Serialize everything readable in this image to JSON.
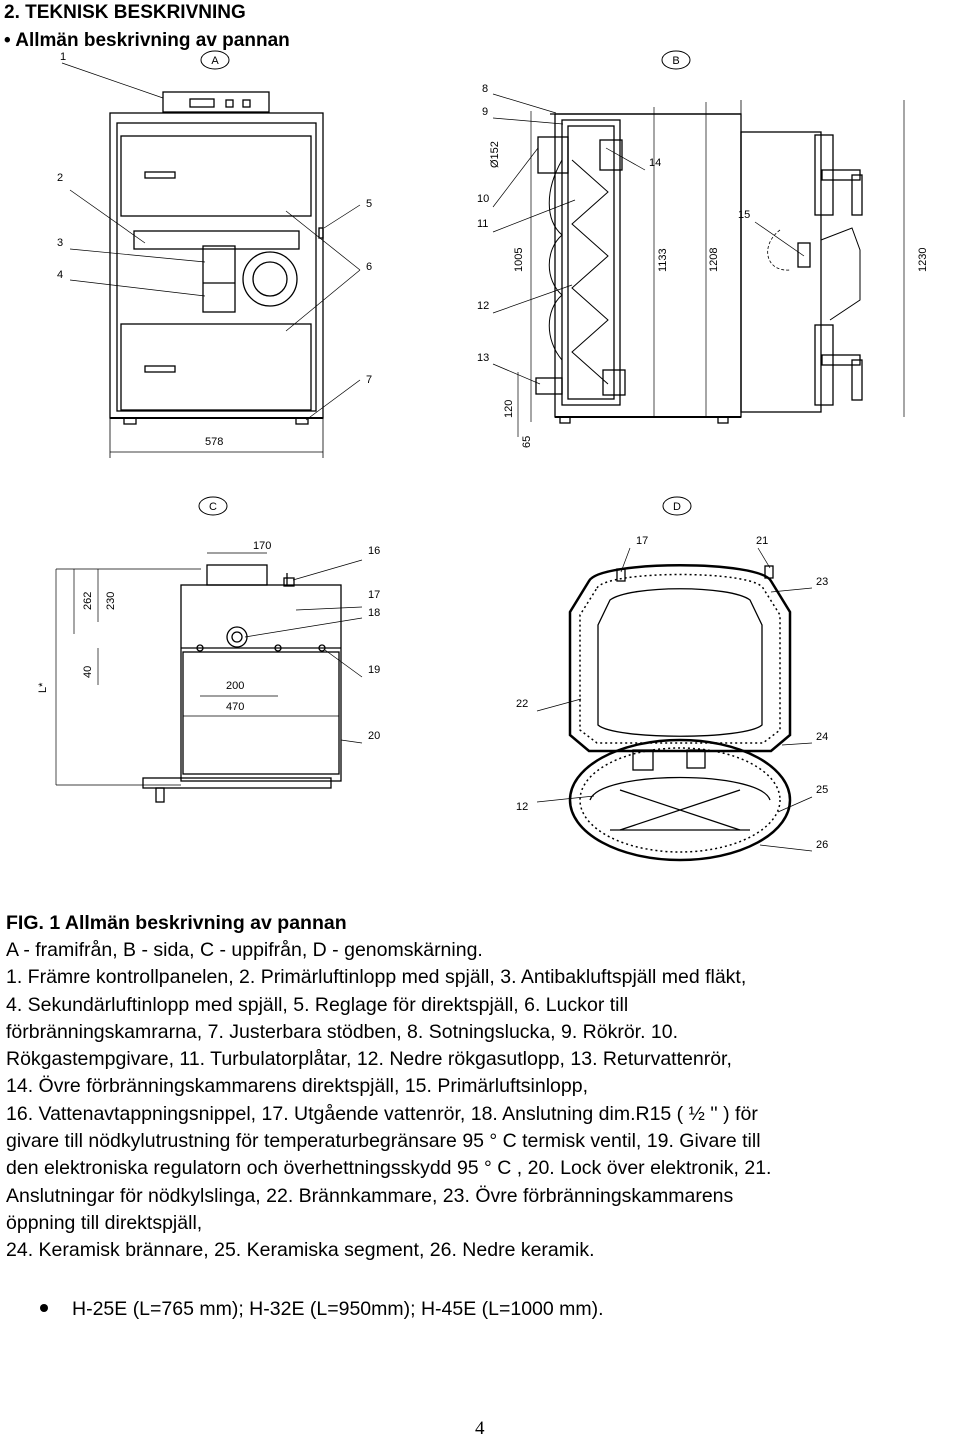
{
  "header": {
    "section_title": "2. TEKNISK BESKRIVNING",
    "subsection_title": "• Allmän beskrivning av pannan"
  },
  "figure": {
    "views": {
      "a": "A",
      "b": "B",
      "c": "C",
      "d": "D"
    },
    "callouts": {
      "n1": "1",
      "n2": "2",
      "n3": "3",
      "n4": "4",
      "n5": "5",
      "n6": "6",
      "n7": "7",
      "n8": "8",
      "n9": "9",
      "n10": "10",
      "n11": "11",
      "n12": "12",
      "n13": "13",
      "n14": "14",
      "n15": "15",
      "n16": "16",
      "n17": "17",
      "n18": "18",
      "n19": "19",
      "n20": "20",
      "n21": "21",
      "n22": "22",
      "n23": "23",
      "n24": "24",
      "n25": "25",
      "n26": "26"
    },
    "dimensions": {
      "d578": "578",
      "d152": "Ø152",
      "d1005": "1005",
      "d1133": "1133",
      "d1208": "1208",
      "d1230": "1230",
      "d120": "120",
      "d65": "65",
      "d170": "170",
      "d262": "262",
      "d230": "230",
      "d40": "40",
      "dL": "L*",
      "d200": "200",
      "d470": "470"
    }
  },
  "caption": {
    "title": "FIG. 1 Allmän beskrivning av pannan",
    "body": "A - framifrån, B - sida, C - uppifrån, D - genomskärning.\n1. Främre kontrollpanelen, 2. Primärluftinlopp med spjäll, 3. Antibakluftspjäll med fläkt,\n4. Sekundärluftinlopp med spjäll, 5. Reglage för direktspjäll, 6. Luckor till\nförbränningskamrarna,     7. Justerbara stödben, 8. Sotningslucka, 9.  Rökrör. 10.\nRökgastempgivare, 11. Turbulatorplåtar,            12. Nedre rökgasutlopp, 13. Returvattenrör,\n14. Övre förbränningskammarens direktspjäll,            15. Primärluftsinlopp,\n16. Vattenavtappningsnippel, 17. Utgående vattenrör, 18. Anslutning  dim.R15 ( ½ '' ) för\ngivare till nödkylutrustning för temperaturbegränsare  95 ° C termisk ventil,  19. Givare till\nden elektroniska regulatorn och överhettningsskydd  95 ° C , 20. Lock över elektronik, 21.\nAnslutningar för nödkylslinga, 22. Brännkammare, 23. Övre förbränningskammarens\nöppning till direktspjäll,\n24. Keramisk brännare, 25. Keramiska segment, 26. Nedre keramik."
  },
  "note": "H-25E (L=765 mm); H-32E (L=950mm); H-45E (L=1000 mm).",
  "page_number": "4"
}
